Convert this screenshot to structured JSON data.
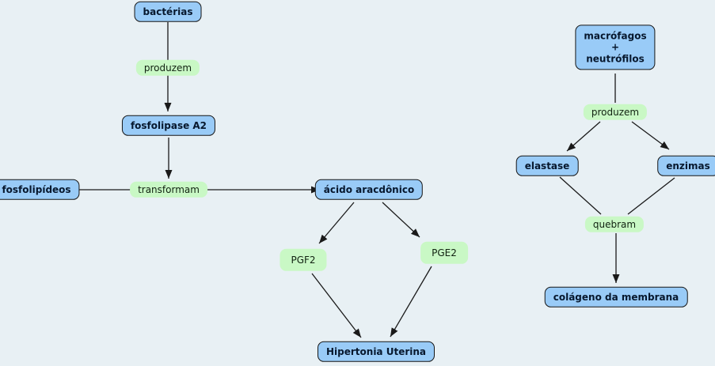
{
  "diagram": {
    "title": "Concept map: bacterial phospholipase pathway to uterine hypertonia and macrophage/neutrophil enzyme action on membrane collagen",
    "colors": {
      "background": "#e8f0f4",
      "concept_fill": "#99cbf7",
      "concept_border": "#161616",
      "linking_fill": "#c9f8c5",
      "line": "#1a1a1a"
    },
    "nodes": {
      "bacterias": {
        "label": "bactérias",
        "type": "concept"
      },
      "produzem_left": {
        "label": "produzem",
        "type": "linking"
      },
      "fosfolipase": {
        "label": "fosfolipase A2",
        "type": "concept"
      },
      "fosfolipideos": {
        "label": "fosfolipídeos",
        "type": "concept"
      },
      "transformam": {
        "label": "transformam",
        "type": "linking"
      },
      "acido": {
        "label": "ácido aracdônico",
        "type": "concept"
      },
      "pgf2": {
        "label": "PGF2",
        "type": "linking"
      },
      "pge2": {
        "label": "PGE2",
        "type": "linking"
      },
      "hipertonia": {
        "label": "Hipertonia Uterina",
        "type": "concept"
      },
      "macrofagos": {
        "line1": "macrófagos",
        "line2": "+",
        "line3": "neutrófilos",
        "type": "concept"
      },
      "produzem_right": {
        "label": "produzem",
        "type": "linking"
      },
      "elastase": {
        "label": "elastase",
        "type": "concept"
      },
      "enzimas": {
        "label": "enzimas",
        "type": "concept"
      },
      "quebram": {
        "label": "quebram",
        "type": "linking"
      },
      "colageno": {
        "label": "colágeno da membrana",
        "type": "concept"
      }
    },
    "edges": [
      {
        "from": "bacterias",
        "via": "produzem_left",
        "to": "fosfolipase",
        "arrowhead": true
      },
      {
        "from": "fosfolipase",
        "to": "transformam",
        "arrowhead": true
      },
      {
        "from": "fosfolipideos",
        "to": "transformam",
        "arrowhead": false
      },
      {
        "from": "transformam",
        "to": "acido",
        "arrowhead": true
      },
      {
        "from": "acido",
        "to": "pgf2",
        "arrowhead": true
      },
      {
        "from": "acido",
        "to": "pge2",
        "arrowhead": true
      },
      {
        "from": "pgf2",
        "to": "hipertonia",
        "arrowhead": true
      },
      {
        "from": "pge2",
        "to": "hipertonia",
        "arrowhead": true
      },
      {
        "from": "macrofagos",
        "to": "produzem_right",
        "arrowhead": false
      },
      {
        "from": "produzem_right",
        "to": "elastase",
        "arrowhead": true
      },
      {
        "from": "produzem_right",
        "to": "enzimas",
        "arrowhead": true
      },
      {
        "from": "elastase",
        "to": "quebram",
        "arrowhead": false
      },
      {
        "from": "enzimas",
        "to": "quebram",
        "arrowhead": false
      },
      {
        "from": "quebram",
        "to": "colageno",
        "arrowhead": true
      }
    ]
  }
}
